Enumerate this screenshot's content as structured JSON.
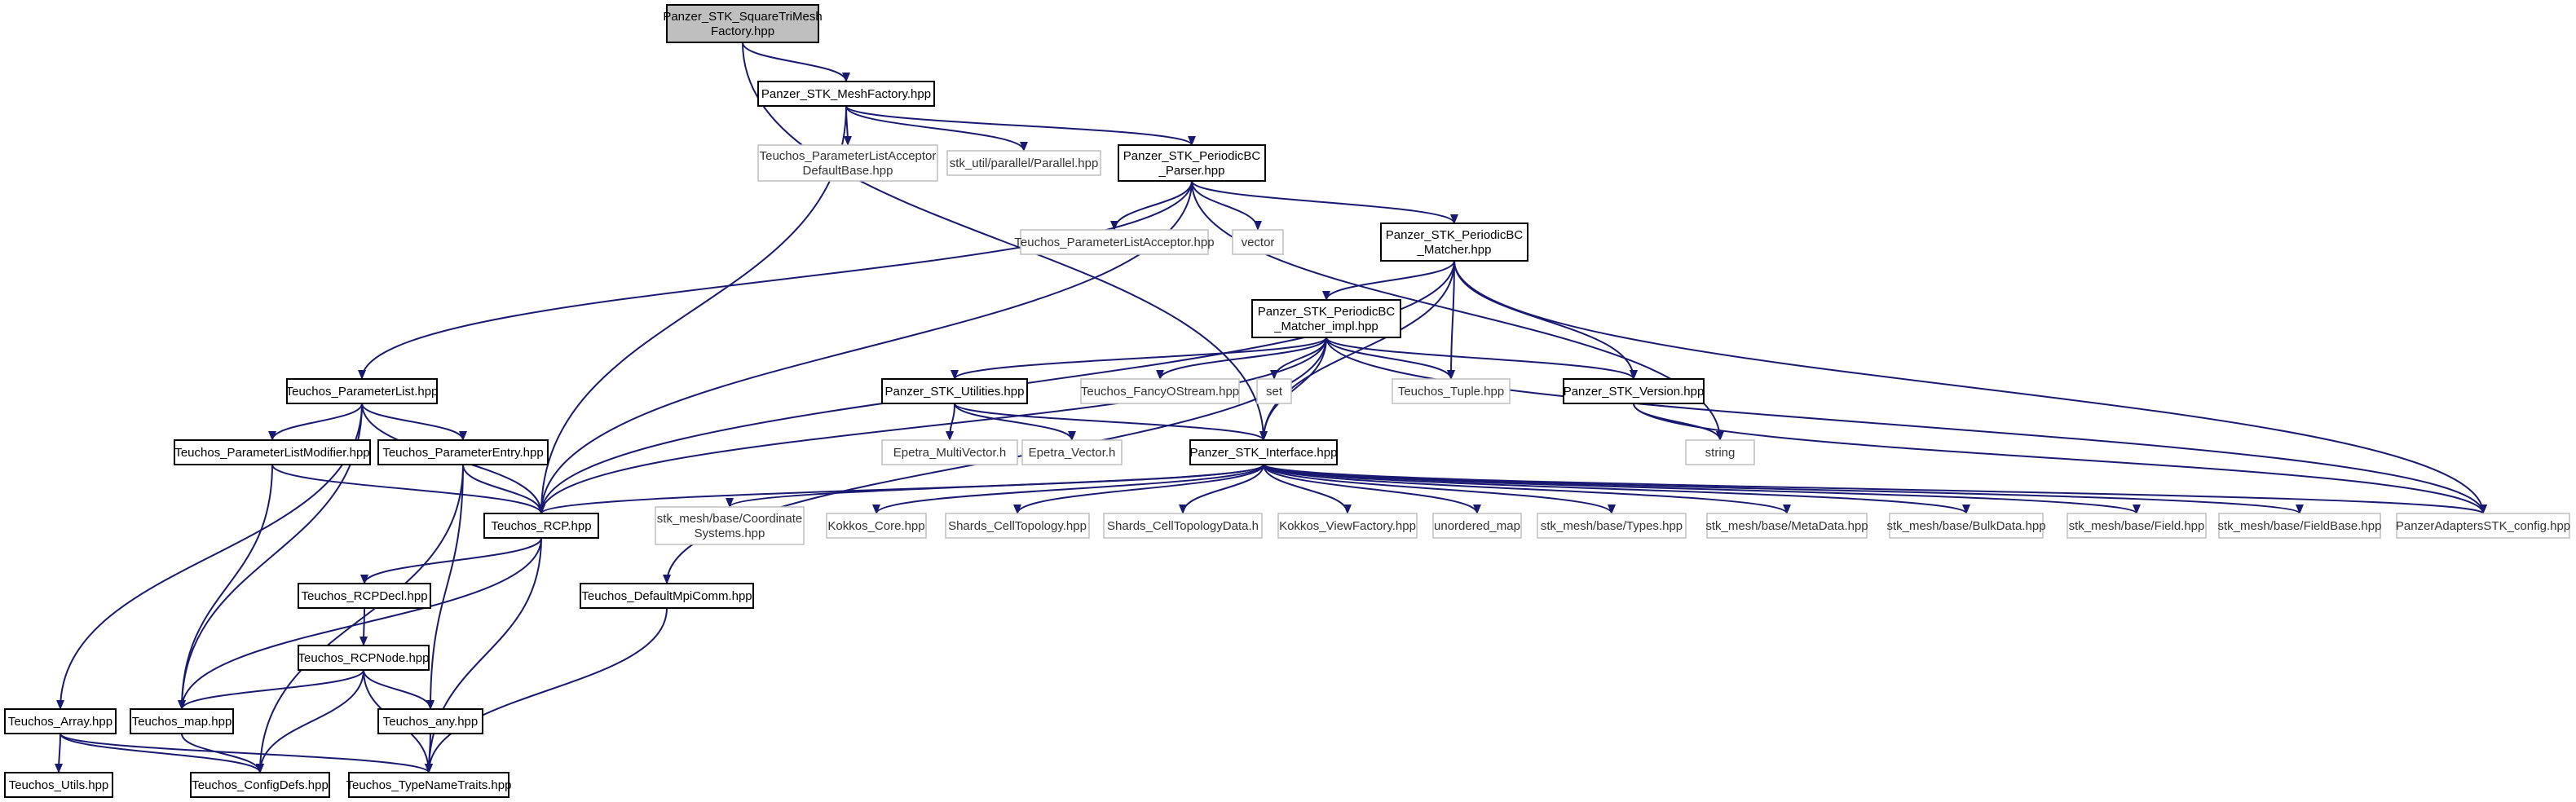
{
  "graph": {
    "nodes": [
      {
        "id": "root",
        "lines": [
          "Panzer_STK_SquareTriMesh",
          "Factory.hpp"
        ],
        "style": "root"
      },
      {
        "id": "meshfactory",
        "lines": [
          "Panzer_STK_MeshFactory.hpp"
        ],
        "style": "solid"
      },
      {
        "id": "plad",
        "lines": [
          "Teuchos_ParameterListAcceptor",
          "DefaultBase.hpp"
        ],
        "style": "ghost"
      },
      {
        "id": "parallel",
        "lines": [
          "stk_util/parallel/Parallel.hpp"
        ],
        "style": "ghost"
      },
      {
        "id": "pbcparser",
        "lines": [
          "Panzer_STK_PeriodicBC",
          "_Parser.hpp"
        ],
        "style": "solid"
      },
      {
        "id": "pla",
        "lines": [
          "Teuchos_ParameterListAcceptor.hpp"
        ],
        "style": "ghost"
      },
      {
        "id": "vector",
        "lines": [
          "vector"
        ],
        "style": "ghost"
      },
      {
        "id": "pbcmatcher",
        "lines": [
          "Panzer_STK_PeriodicBC",
          "_Matcher.hpp"
        ],
        "style": "solid"
      },
      {
        "id": "pbcmatcherimpl",
        "lines": [
          "Panzer_STK_PeriodicBC",
          "_Matcher_impl.hpp"
        ],
        "style": "solid"
      },
      {
        "id": "paramlist",
        "lines": [
          "Teuchos_ParameterList.hpp"
        ],
        "style": "solid"
      },
      {
        "id": "utilities",
        "lines": [
          "Panzer_STK_Utilities.hpp"
        ],
        "style": "solid"
      },
      {
        "id": "fancy",
        "lines": [
          "Teuchos_FancyOStream.hpp"
        ],
        "style": "ghost"
      },
      {
        "id": "set",
        "lines": [
          "set"
        ],
        "style": "ghost"
      },
      {
        "id": "tuple",
        "lines": [
          "Teuchos_Tuple.hpp"
        ],
        "style": "ghost"
      },
      {
        "id": "version",
        "lines": [
          "Panzer_STK_Version.hpp"
        ],
        "style": "solid"
      },
      {
        "id": "string",
        "lines": [
          "string"
        ],
        "style": "ghost"
      },
      {
        "id": "plmod",
        "lines": [
          "Teuchos_ParameterListModifier.hpp"
        ],
        "style": "solid"
      },
      {
        "id": "pentry",
        "lines": [
          "Teuchos_ParameterEntry.hpp"
        ],
        "style": "solid"
      },
      {
        "id": "multivec",
        "lines": [
          "Epetra_MultiVector.h"
        ],
        "style": "ghost"
      },
      {
        "id": "epvec",
        "lines": [
          "Epetra_Vector.h"
        ],
        "style": "ghost"
      },
      {
        "id": "interface",
        "lines": [
          "Panzer_STK_Interface.hpp"
        ],
        "style": "solid"
      },
      {
        "id": "rcp",
        "lines": [
          "Teuchos_RCP.hpp"
        ],
        "style": "solid"
      },
      {
        "id": "coord",
        "lines": [
          "stk_mesh/base/Coordinate",
          "Systems.hpp"
        ],
        "style": "ghost"
      },
      {
        "id": "kcore",
        "lines": [
          "Kokkos_Core.hpp"
        ],
        "style": "ghost"
      },
      {
        "id": "shct",
        "lines": [
          "Shards_CellTopology.hpp"
        ],
        "style": "ghost"
      },
      {
        "id": "shctd",
        "lines": [
          "Shards_CellTopologyData.h"
        ],
        "style": "ghost"
      },
      {
        "id": "kvf",
        "lines": [
          "Kokkos_ViewFactory.hpp"
        ],
        "style": "ghost"
      },
      {
        "id": "umap",
        "lines": [
          "unordered_map"
        ],
        "style": "ghost"
      },
      {
        "id": "types",
        "lines": [
          "stk_mesh/base/Types.hpp"
        ],
        "style": "ghost"
      },
      {
        "id": "metadata",
        "lines": [
          "stk_mesh/base/MetaData.hpp"
        ],
        "style": "ghost"
      },
      {
        "id": "bulkdata",
        "lines": [
          "stk_mesh/base/BulkData.hpp"
        ],
        "style": "ghost"
      },
      {
        "id": "field",
        "lines": [
          "stk_mesh/base/Field.hpp"
        ],
        "style": "ghost"
      },
      {
        "id": "fieldbase",
        "lines": [
          "stk_mesh/base/FieldBase.hpp"
        ],
        "style": "ghost"
      },
      {
        "id": "pastk",
        "lines": [
          "PanzerAdaptersSTK_config.hpp"
        ],
        "style": "ghost"
      },
      {
        "id": "mpicomm",
        "lines": [
          "Teuchos_DefaultMpiComm.hpp"
        ],
        "style": "solid"
      },
      {
        "id": "rcpdecl",
        "lines": [
          "Teuchos_RCPDecl.hpp"
        ],
        "style": "solid"
      },
      {
        "id": "rcpnode",
        "lines": [
          "Teuchos_RCPNode.hpp"
        ],
        "style": "solid"
      },
      {
        "id": "array",
        "lines": [
          "Teuchos_Array.hpp"
        ],
        "style": "solid"
      },
      {
        "id": "map",
        "lines": [
          "Teuchos_map.hpp"
        ],
        "style": "solid"
      },
      {
        "id": "any",
        "lines": [
          "Teuchos_any.hpp"
        ],
        "style": "solid"
      },
      {
        "id": "utils",
        "lines": [
          "Teuchos_Utils.hpp"
        ],
        "style": "solid"
      },
      {
        "id": "configdefs",
        "lines": [
          "Teuchos_ConfigDefs.hpp"
        ],
        "style": "solid"
      },
      {
        "id": "typename",
        "lines": [
          "Teuchos_TypeNameTraits.hpp"
        ],
        "style": "solid"
      }
    ],
    "edges": [
      [
        "root",
        "meshfactory"
      ],
      [
        "root",
        "interface"
      ],
      [
        "meshfactory",
        "plad"
      ],
      [
        "meshfactory",
        "parallel"
      ],
      [
        "meshfactory",
        "pbcparser"
      ],
      [
        "meshfactory",
        "rcp"
      ],
      [
        "pbcparser",
        "pla"
      ],
      [
        "pbcparser",
        "vector"
      ],
      [
        "pbcparser",
        "pbcmatcher"
      ],
      [
        "pbcparser",
        "paramlist"
      ],
      [
        "pbcparser",
        "string"
      ],
      [
        "pbcparser",
        "rcp"
      ],
      [
        "pbcmatcher",
        "pbcmatcherimpl"
      ],
      [
        "pbcmatcher",
        "tuple"
      ],
      [
        "pbcmatcher",
        "version"
      ],
      [
        "pbcmatcher",
        "interface"
      ],
      [
        "pbcmatcher",
        "pastk"
      ],
      [
        "pbcmatcher",
        "rcp"
      ],
      [
        "pbcmatcherimpl",
        "utilities"
      ],
      [
        "pbcmatcherimpl",
        "fancy"
      ],
      [
        "pbcmatcherimpl",
        "set"
      ],
      [
        "pbcmatcherimpl",
        "tuple"
      ],
      [
        "pbcmatcherimpl",
        "interface"
      ],
      [
        "pbcmatcherimpl",
        "version"
      ],
      [
        "pbcmatcherimpl",
        "pastk"
      ],
      [
        "pbcmatcherimpl",
        "rcp"
      ],
      [
        "pbcmatcherimpl",
        "mpicomm"
      ],
      [
        "utilities",
        "multivec"
      ],
      [
        "utilities",
        "epvec"
      ],
      [
        "utilities",
        "interface"
      ],
      [
        "version",
        "string"
      ],
      [
        "version",
        "pastk"
      ],
      [
        "paramlist",
        "plmod"
      ],
      [
        "paramlist",
        "pentry"
      ],
      [
        "paramlist",
        "rcp"
      ],
      [
        "paramlist",
        "array"
      ],
      [
        "paramlist",
        "map"
      ],
      [
        "plmod",
        "rcp"
      ],
      [
        "plmod",
        "map"
      ],
      [
        "pentry",
        "rcp"
      ],
      [
        "pentry",
        "any"
      ],
      [
        "pentry",
        "configdefs"
      ],
      [
        "interface",
        "rcp"
      ],
      [
        "interface",
        "coord"
      ],
      [
        "interface",
        "kcore"
      ],
      [
        "interface",
        "shct"
      ],
      [
        "interface",
        "shctd"
      ],
      [
        "interface",
        "kvf"
      ],
      [
        "interface",
        "umap"
      ],
      [
        "interface",
        "types"
      ],
      [
        "interface",
        "metadata"
      ],
      [
        "interface",
        "bulkdata"
      ],
      [
        "interface",
        "field"
      ],
      [
        "interface",
        "fieldbase"
      ],
      [
        "interface",
        "pastk"
      ],
      [
        "rcp",
        "rcpdecl"
      ],
      [
        "rcp",
        "map"
      ],
      [
        "rcp",
        "typename"
      ],
      [
        "rcpdecl",
        "rcpnode"
      ],
      [
        "rcpnode",
        "map"
      ],
      [
        "rcpnode",
        "any"
      ],
      [
        "rcpnode",
        "configdefs"
      ],
      [
        "rcpnode",
        "typename"
      ],
      [
        "mpicomm",
        "typename"
      ],
      [
        "array",
        "utils"
      ],
      [
        "array",
        "configdefs"
      ],
      [
        "array",
        "typename"
      ],
      [
        "map",
        "configdefs"
      ],
      [
        "any",
        "typename"
      ]
    ]
  }
}
